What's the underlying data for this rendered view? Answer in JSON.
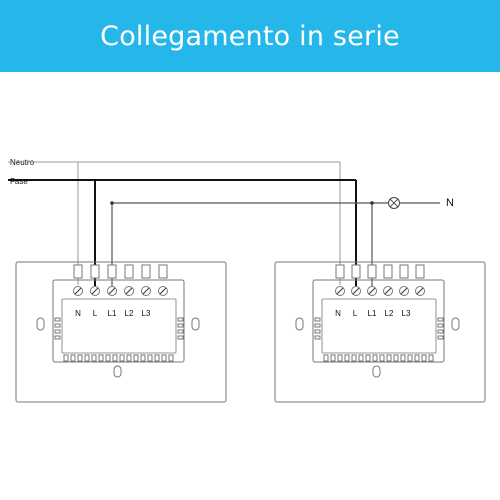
{
  "banner": {
    "title": "Collegamento in serie"
  },
  "wires": {
    "neutral": "Neutro",
    "phase": "Fase",
    "lamp_neutral": "N"
  },
  "terminals": {
    "n": "N",
    "l": "L",
    "l1": "L1",
    "l2": "L2",
    "l3": "L3"
  },
  "colors": {
    "banner": "#26b7ea",
    "outline": "#777777",
    "wire_thin": "#9a9a9a",
    "wire_thick": "#111111"
  },
  "icons": {
    "lamp": "lamp-icon"
  }
}
